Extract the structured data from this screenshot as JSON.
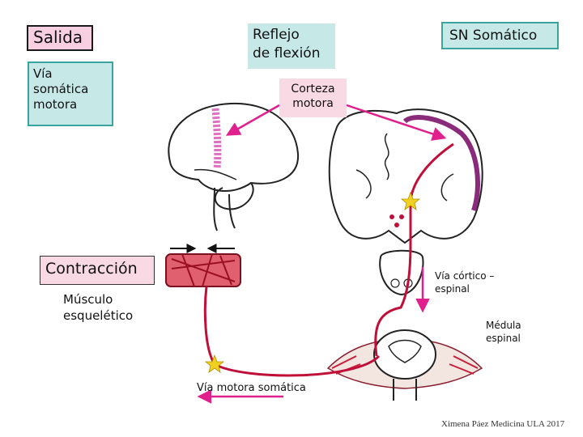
{
  "labels": {
    "salida": "Salida",
    "via_somatica": "Vía\nsomática\nmotora",
    "reflejo": "Reflejo\nde flexión",
    "sn_somatico": "SN Somático",
    "corteza": "Corteza\nmotora",
    "contraccion": "Contracción",
    "musculo": "Músculo\nesquelético",
    "cortico_espinal": "Vía córtico –\nespinal",
    "medula": "Médula\nespinal",
    "via_motora": "Vía motora somática",
    "credit": "Ximena Páez Medicina ULA 2017"
  },
  "colors": {
    "pink_box": "#f8cfe0",
    "teal_box": "#c6e9e8",
    "teal_border": "#3aa5a0",
    "pathway": "#c0103a",
    "arrow_magenta": "#e0208c",
    "muscle": "#c8203a",
    "cortex_highlight": "#e070c0"
  },
  "icons": {
    "brain": "brain-side-icon",
    "coronal_brain": "brain-coronal-section-icon",
    "brainstem": "brainstem-icon",
    "spinal_cord": "spinal-cord-section-icon",
    "muscle": "skeletal-muscle-icon",
    "synapse_star": "synapse-star-icon"
  }
}
